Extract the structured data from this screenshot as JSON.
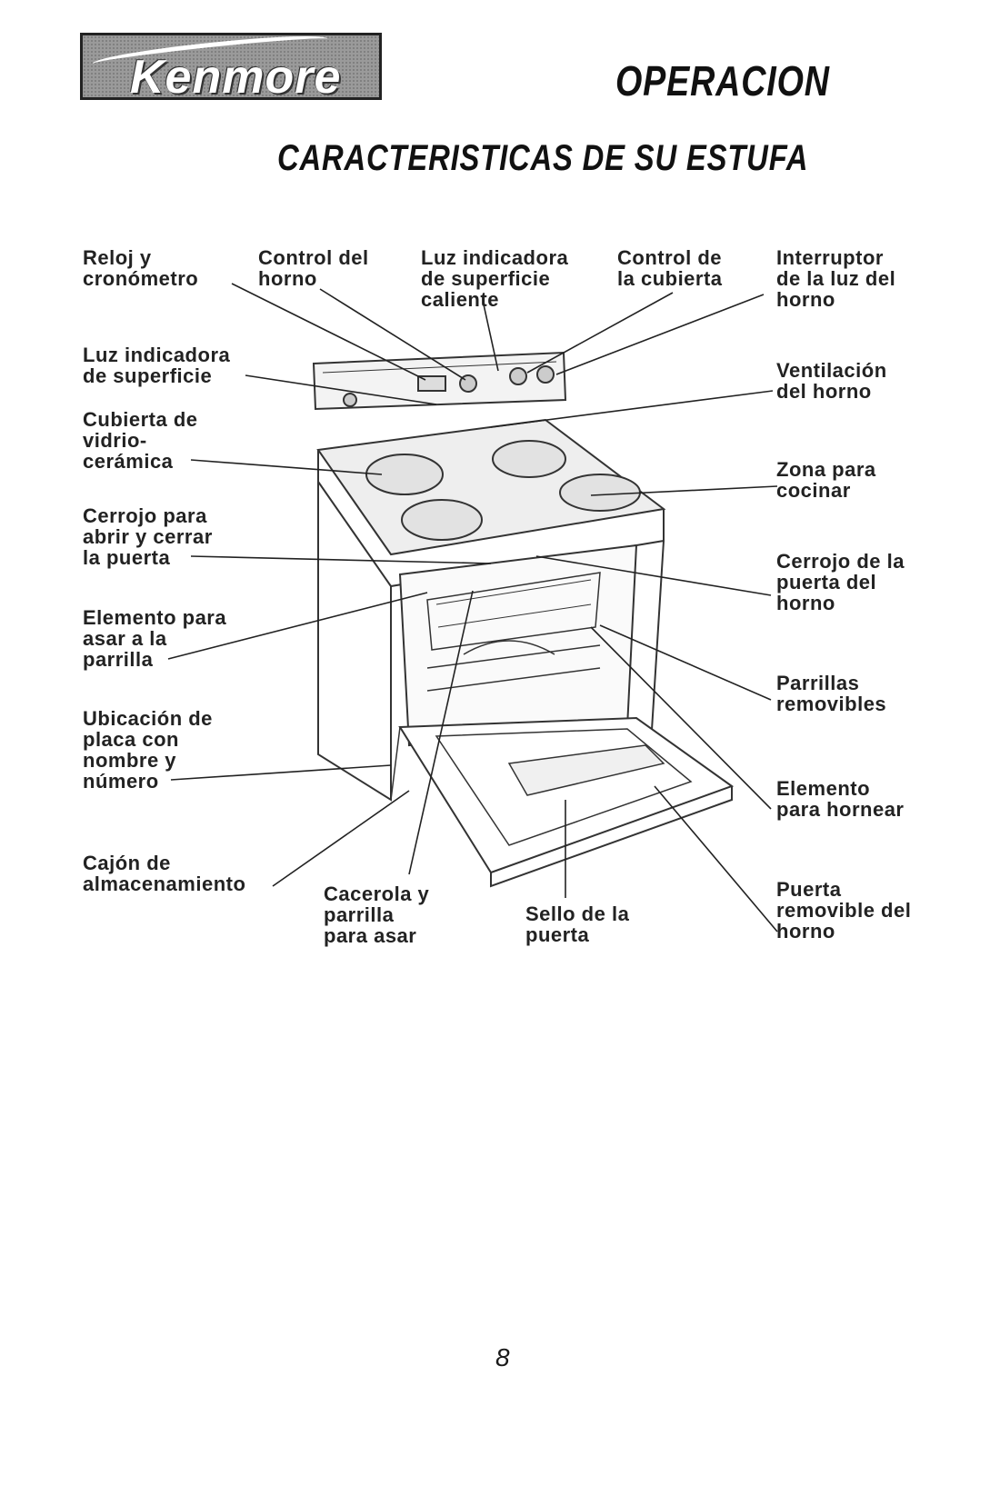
{
  "brand": "Kenmore",
  "section": "OPERACION",
  "title": "CARACTERISTICAS DE SU ESTUFA",
  "labels": {
    "reloj": "Reloj y\ncronómetro",
    "control_horno": "Control del\nhorno",
    "luz_caliente": "Luz indicadora\nde superficie\ncaliente",
    "control_cubierta": "Control de\nla cubierta",
    "interruptor_luz": "Interruptor\nde la luz del\nhorno",
    "luz_superficie": "Luz indicadora\nde superficie",
    "ventilacion": "Ventilación\ndel horno",
    "cubierta_vidrio": "Cubierta de\nvidrio-\ncerámica",
    "zona_cocinar": "Zona para\ncocinar",
    "cerrojo_abrir": "Cerrojo para\nabrir y cerrar\nla puerta",
    "cerrojo_puerta": "Cerrojo de la\npuerta del\nhorno",
    "elemento_asar": "Elemento para\nasar a la\nparrilla",
    "parrillas": "Parrillas\nremovibles",
    "ubicacion_placa": "Ubicación de\nplaca con\nnombre y\nnúmero",
    "elemento_hornear": "Elemento\npara hornear",
    "cajon": "Cajón de\nalmacenamiento",
    "cacerola": "Cacerola y\nparrilla\npara asar",
    "sello": "Sello de la\npuerta",
    "puerta_removible": "Puerta\nremovible del\nhorno"
  },
  "page_number": "8"
}
